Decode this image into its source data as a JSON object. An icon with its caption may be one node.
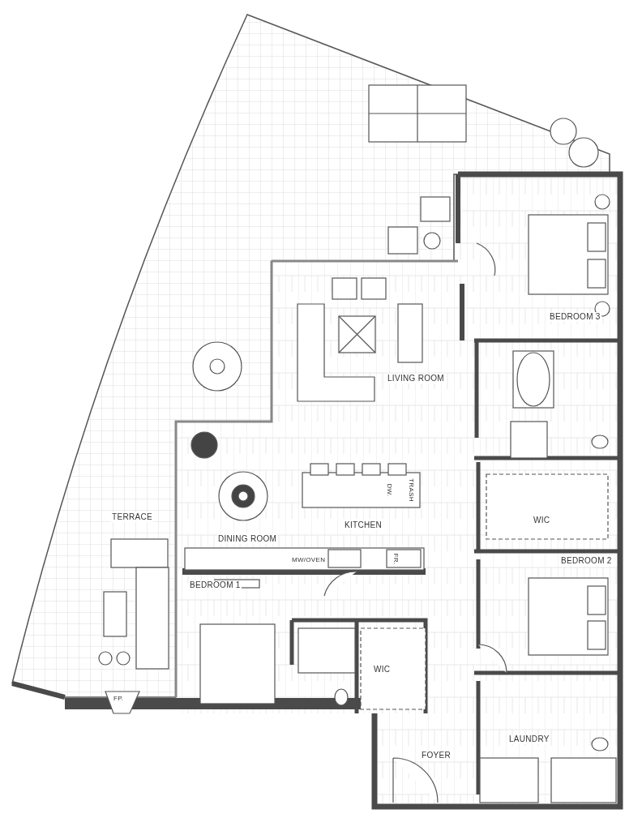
{
  "diagram": {
    "labels": [
      "BEDROOM 3",
      "LIVING ROOM",
      "DW.",
      "TRASH",
      "WIC",
      "TERRACE",
      "KITCHEN",
      "DINING ROOM",
      "MW/OVEN",
      "FR.",
      "BEDROOM 2",
      "BEDROOM 1",
      "WIC",
      "FP.",
      "LAUNDRY",
      "FOYER"
    ]
  }
}
